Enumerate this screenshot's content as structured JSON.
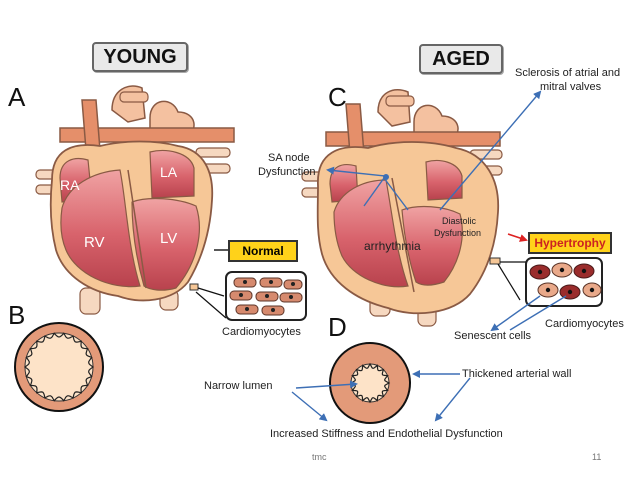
{
  "titles": {
    "young": "YOUNG",
    "aged": "AGED"
  },
  "panels": {
    "a": "A",
    "b": "B",
    "c": "C",
    "d": "D"
  },
  "young_heart": {
    "chambers": {
      "ra": "RA",
      "la": "LA",
      "rv": "RV",
      "lv": "LV"
    },
    "status": "Normal",
    "cells_label": "Cardiomyocytes"
  },
  "aged_heart": {
    "sclerosis": [
      "Sclerosis of atrial and",
      "mitral valves"
    ],
    "sa_node": [
      "SA node",
      "Dysfunction"
    ],
    "diastolic": [
      "Diastolic",
      "Dysfunction"
    ],
    "arrhythmia": "arrhythmia",
    "hypertrophy": "Hypertrophy",
    "senescent": "Senescent cells",
    "cells_label": "Cardiomyocytes"
  },
  "vessels": {
    "narrow_lumen": "Narrow  lumen",
    "thickened_wall": "Thickened arterial  wall",
    "stiffness": "Increased Stiffness and Endothelial Dysfunction"
  },
  "footer": {
    "author": "tmc",
    "page": "11"
  },
  "colors": {
    "tissue": "#f6c797",
    "chamber": "#d9636c",
    "artery": "#e58f6a",
    "ring": "#e39a79",
    "arrow": "#3d6fb5",
    "yellow": "#ffd21a",
    "hypertrophy_text": "#cc2222"
  }
}
